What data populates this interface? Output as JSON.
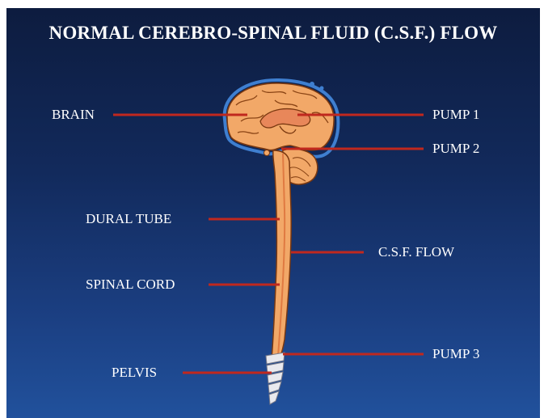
{
  "title": "NORMAL CEREBRO-SPINAL FLUID (C.S.F.) FLOW",
  "labels": {
    "brain": "BRAIN",
    "pump1": "PUMP 1",
    "pump2": "PUMP 2",
    "dural_tube": "DURAL TUBE",
    "csf_flow": "C.S.F. FLOW",
    "spinal_cord": "SPINAL CORD",
    "pump3": "PUMP 3",
    "pelvis": "PELVIS"
  },
  "colors": {
    "background_top": "#0d1c3f",
    "background_bottom": "#21519c",
    "leader_line": "#c0281e",
    "brain_fill": "#f2a868",
    "brain_outline": "#7a3810",
    "dura_blue": "#3f7fd0"
  }
}
